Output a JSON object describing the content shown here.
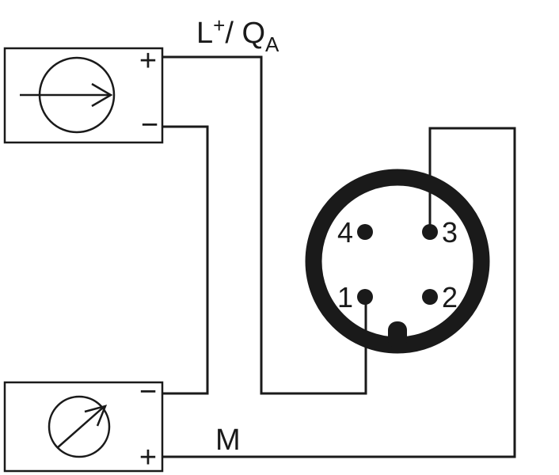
{
  "colors": {
    "ink": "#1a1a1a",
    "background": "#ffffff"
  },
  "diagram": {
    "supply_label": {
      "base": "L",
      "sup": "+",
      "mid": "/ Q",
      "sub": "A"
    },
    "ground_label": "M",
    "supply": {
      "top_terminal": "+",
      "bottom_terminal": "−"
    },
    "meter": {
      "top_terminal": "−",
      "bottom_terminal": "+"
    },
    "connector": {
      "pins": [
        {
          "number": "4"
        },
        {
          "number": "3"
        },
        {
          "number": "1"
        },
        {
          "number": "2"
        }
      ]
    }
  }
}
